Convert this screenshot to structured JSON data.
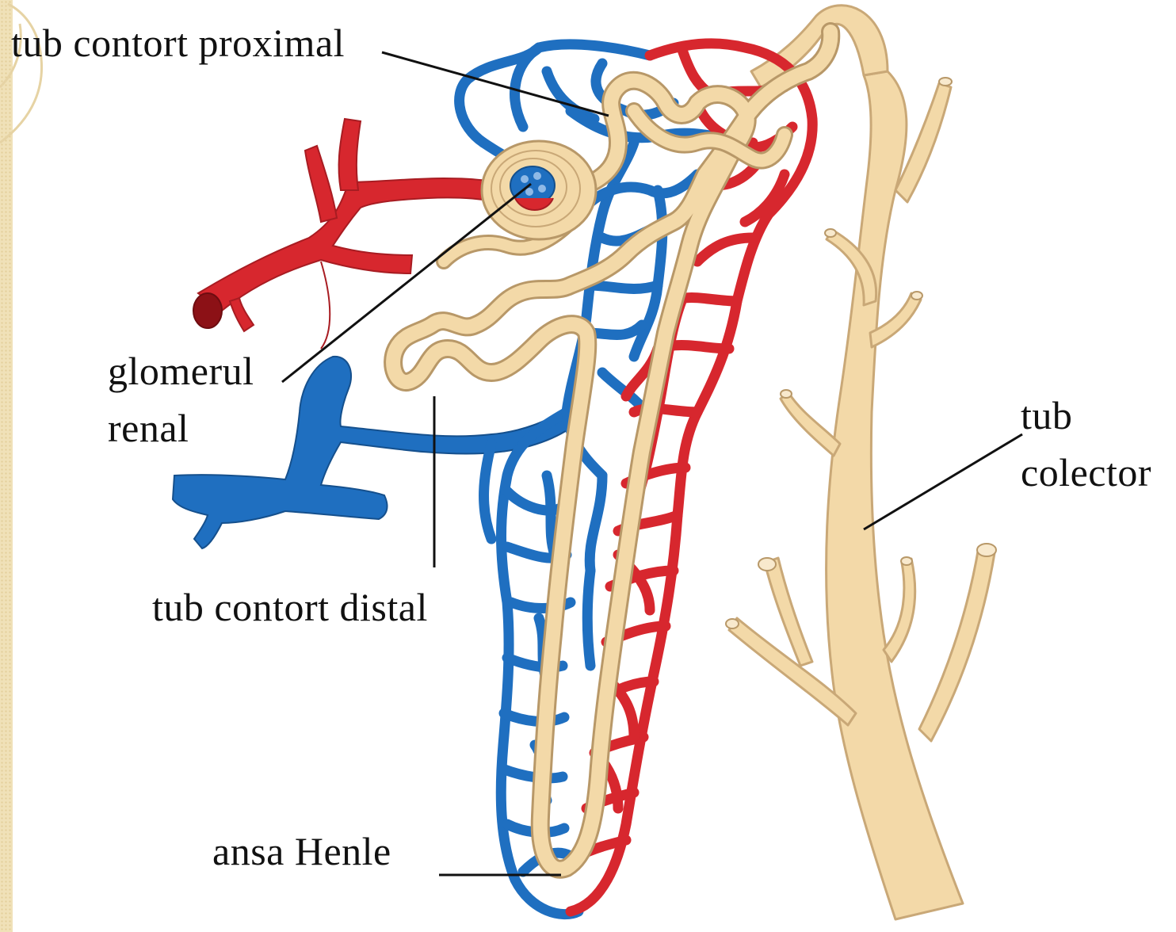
{
  "colors": {
    "artery": "#d7272e",
    "vein": "#1f6fc0",
    "tubule": "#f3d9a8",
    "tubule_outline": "#b89868",
    "leader_line": "#111111",
    "border": "#f0e1b8"
  },
  "labels": {
    "proximal": "tub contort proximal",
    "glomerul_line1": "glomerul",
    "glomerul_line2": "renal",
    "distal": "tub contort distal",
    "henle": "ansa Henle",
    "colector_line1": "tub",
    "colector_line2": "colector"
  }
}
